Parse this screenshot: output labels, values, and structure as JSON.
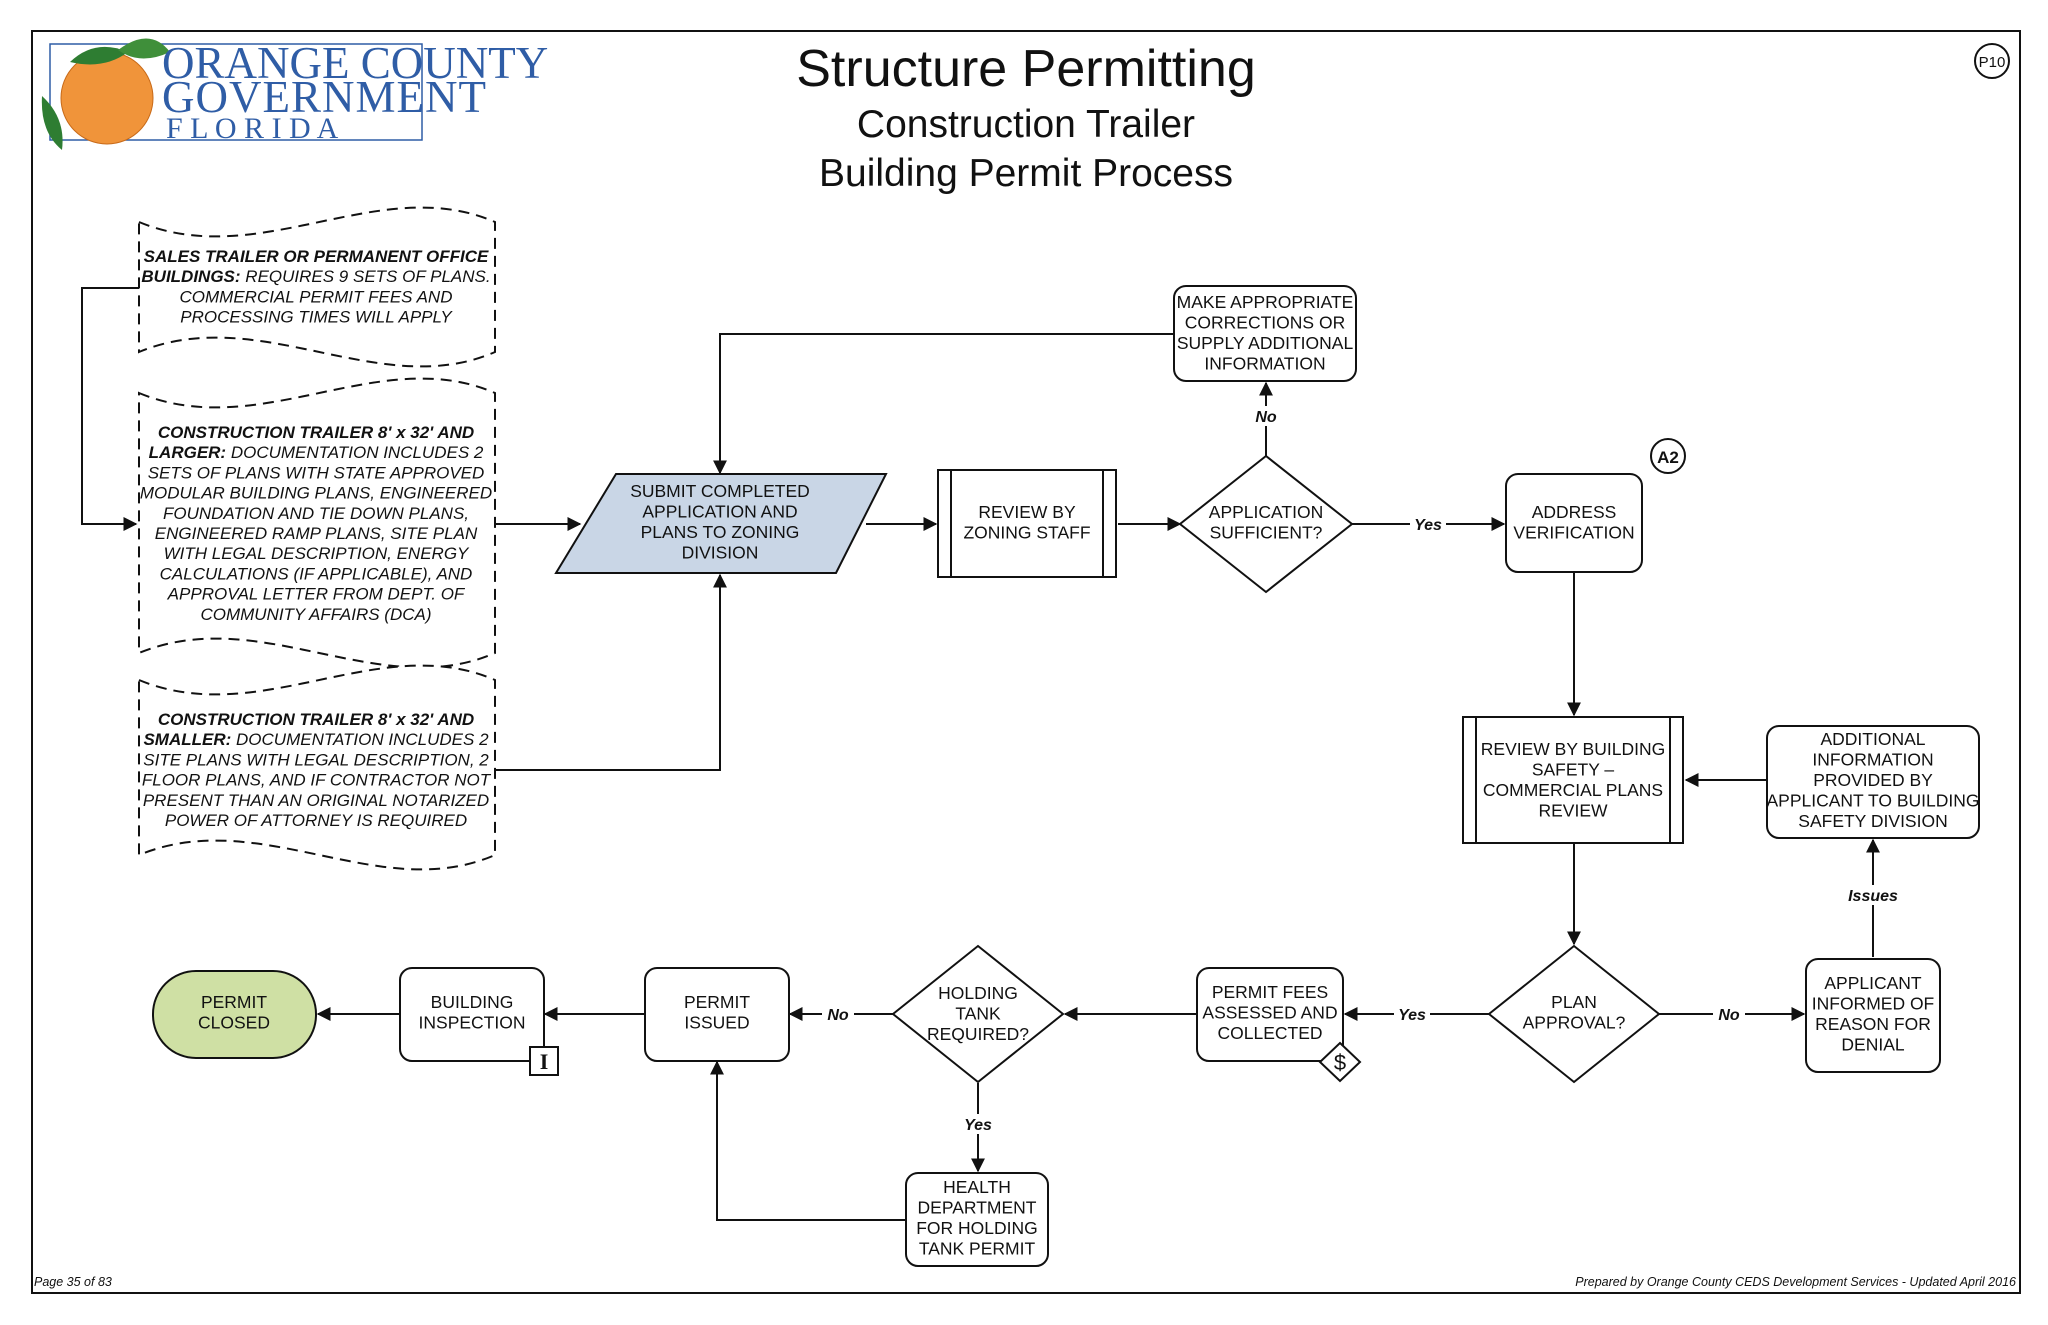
{
  "header": {
    "title": "Structure Permitting",
    "subtitle1": "Construction Trailer",
    "subtitle2": "Building Permit Process",
    "page_badge": "P10"
  },
  "logo": {
    "line1": "ORANGE COUNTY",
    "line2": "GOVERNMENT",
    "line3": "F L O R I D A"
  },
  "notes": {
    "sales": {
      "lines": [
        [
          "SALES TRAILER OR PERMANENT OFFICE",
          ""
        ],
        [
          "BUILDINGS:",
          " REQUIRES 9 SETS OF PLANS."
        ],
        [
          "",
          "COMMERCIAL PERMIT FEES AND"
        ],
        [
          "",
          "PROCESSING TIMES WILL APPLY"
        ]
      ]
    },
    "larger": {
      "lines": [
        [
          "CONSTRUCTION TRAILER 8' x 32' AND",
          ""
        ],
        [
          "LARGER:",
          " DOCUMENTATION INCLUDES 2"
        ],
        [
          "",
          "SETS OF PLANS WITH STATE APPROVED"
        ],
        [
          "",
          "MODULAR BUILDING PLANS, ENGINEERED"
        ],
        [
          "",
          "FOUNDATION AND TIE DOWN PLANS,"
        ],
        [
          "",
          "ENGINEERED RAMP PLANS, SITE PLAN"
        ],
        [
          "",
          "WITH LEGAL DESCRIPTION, ENERGY"
        ],
        [
          "",
          "CALCULATIONS (IF APPLICABLE), AND"
        ],
        [
          "",
          "APPROVAL LETTER FROM DEPT. OF"
        ],
        [
          "",
          "COMMUNITY AFFAIRS (DCA)"
        ]
      ]
    },
    "smaller": {
      "lines": [
        [
          "CONSTRUCTION TRAILER 8' x 32' AND",
          ""
        ],
        [
          "SMALLER:",
          " DOCUMENTATION INCLUDES 2"
        ],
        [
          "",
          "SITE PLANS WITH LEGAL DESCRIPTION, 2"
        ],
        [
          "",
          "FLOOR PLANS, AND IF CONTRACTOR NOT"
        ],
        [
          "",
          "PRESENT THAN AN ORIGINAL NOTARIZED"
        ],
        [
          "",
          "POWER OF ATTORNEY IS REQUIRED"
        ]
      ]
    }
  },
  "nodes": {
    "submit": [
      "SUBMIT COMPLETED",
      "APPLICATION AND",
      "PLANS TO ZONING",
      "DIVISION"
    ],
    "review_zoning": [
      "REVIEW BY",
      "ZONING STAFF"
    ],
    "app_sufficient": [
      "APPLICATION",
      "SUFFICIENT?"
    ],
    "corrections": [
      "MAKE APPROPRIATE",
      "CORRECTIONS OR",
      "SUPPLY ADDITIONAL",
      "INFORMATION"
    ],
    "address": [
      "ADDRESS",
      "VERIFICATION"
    ],
    "review_building": [
      "REVIEW BY BUILDING",
      "SAFETY –",
      "COMMERCIAL PLANS",
      "REVIEW"
    ],
    "additional": [
      "ADDITIONAL",
      "INFORMATION",
      "PROVIDED BY",
      "APPLICANT TO BUILDING",
      "SAFETY DIVISION"
    ],
    "plan_approval": [
      "PLAN",
      "APPROVAL?"
    ],
    "applicant_informed": [
      "APPLICANT",
      "INFORMED OF",
      "REASON FOR",
      "DENIAL"
    ],
    "permit_fees": [
      "PERMIT FEES",
      "ASSESSED AND",
      "COLLECTED"
    ],
    "holding_tank": [
      "HOLDING",
      "TANK",
      "REQUIRED?"
    ],
    "health_dept": [
      "HEALTH",
      "DEPARTMENT",
      "FOR HOLDING",
      "TANK PERMIT"
    ],
    "permit_issued": [
      "PERMIT",
      "ISSUED"
    ],
    "building_inspection": [
      "BUILDING",
      "INSPECTION"
    ],
    "permit_closed": [
      "PERMIT",
      "CLOSED"
    ]
  },
  "connector_labels": {
    "a2": "A2",
    "fee_symbol": "$",
    "inspection_symbol": "I"
  },
  "edge_labels": {
    "no_corrections": "No",
    "yes_address": "Yes",
    "issues": "Issues",
    "no_denial": "No",
    "yes_fees": "Yes",
    "no_issued": "No",
    "yes_health": "Yes"
  },
  "footer": {
    "left": "Page 35 of 83",
    "right": "Prepared by Orange County CEDS Development Services - Updated April 2016"
  },
  "colors": {
    "submit_fill": "#c9d6e6",
    "closed_fill": "#cfe0a4",
    "logo_blue": "#2f5da6",
    "orange": "#f0943a",
    "leaf": "#2e7d32"
  }
}
